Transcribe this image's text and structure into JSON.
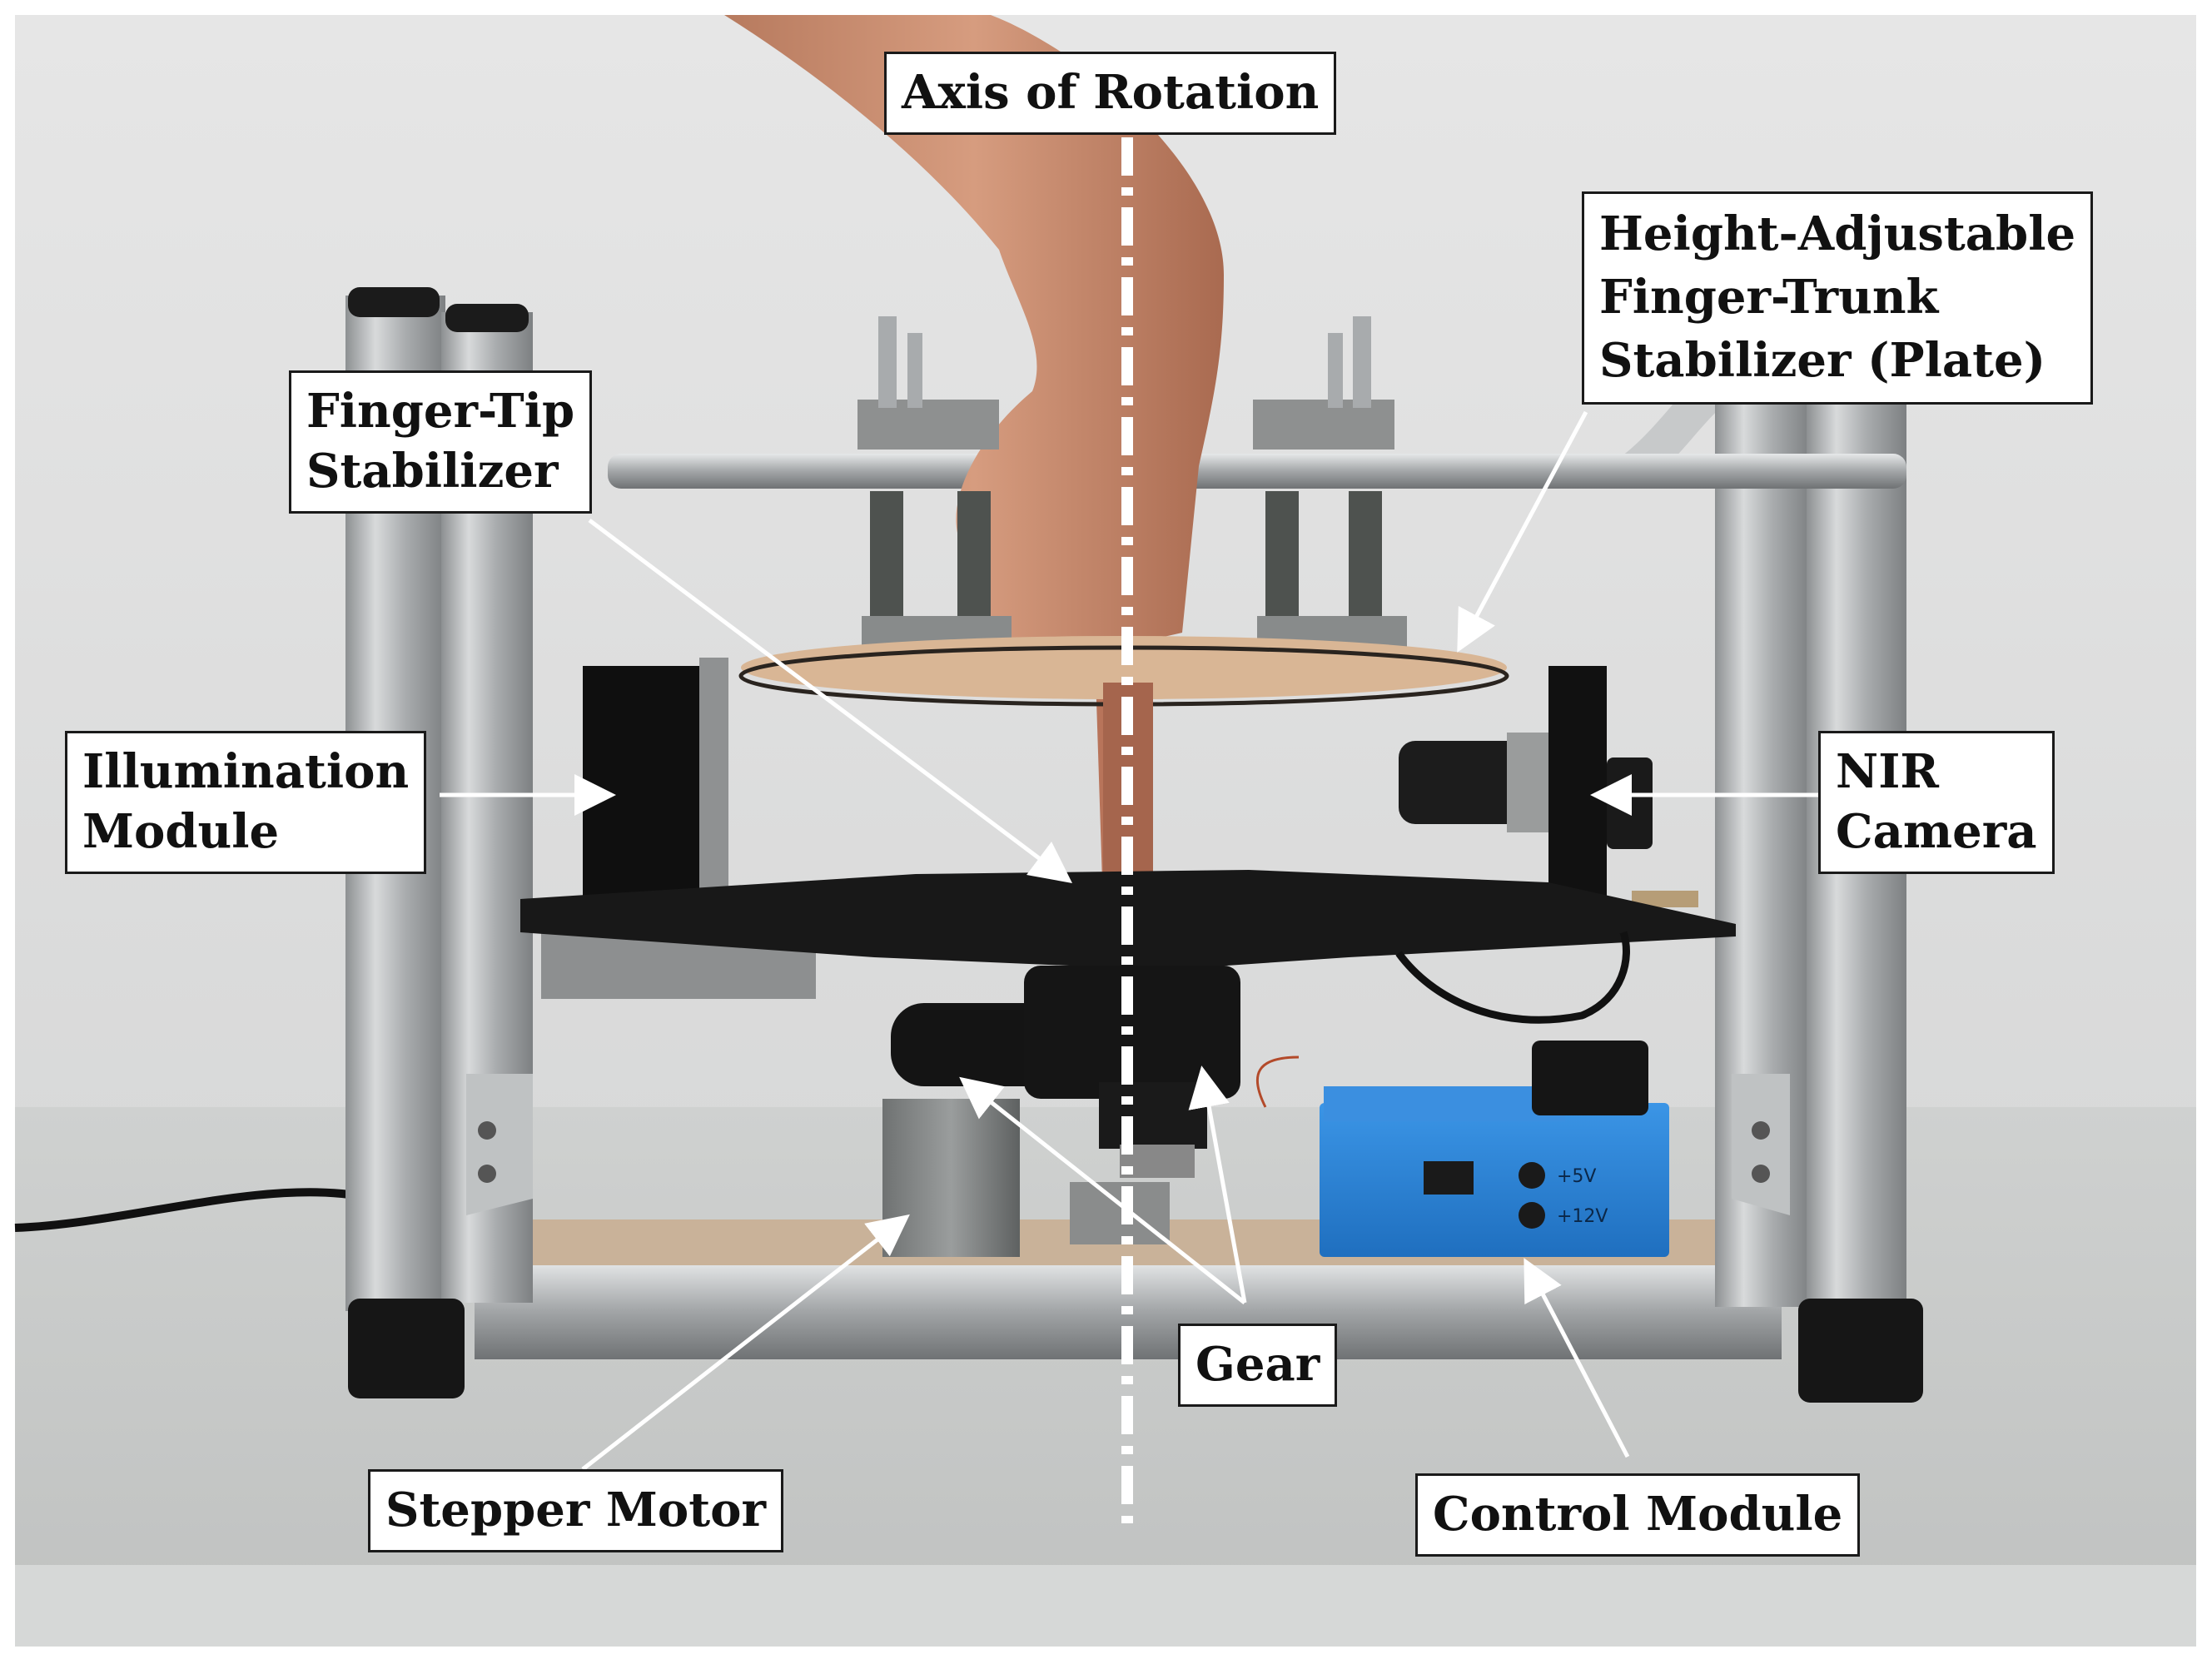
{
  "colors": {
    "wall": "#dcdddd",
    "floor": "#c9cbca",
    "frame_aluminum": "#b7babb",
    "black_parts": "#141414",
    "wooden_plate": "#d9b695",
    "control_module_blue": "#2a7fd4",
    "skin": "#c98c6f",
    "annotation": "#ffffff"
  },
  "labels": {
    "axis": "Axis of Rotation",
    "plate_line1": "Height-Adjustable",
    "plate_line2": "Finger-Trunk",
    "plate_line3": "Stabilizer (Plate)",
    "fingertip_line1": "Finger-Tip",
    "fingertip_line2": "Stabilizer",
    "illum_line1": "Illumination",
    "illum_line2": "Module",
    "nir_line1": "NIR",
    "nir_line2": "Camera",
    "gear": "Gear",
    "stepper": "Stepper Motor",
    "control": "Control Module"
  },
  "device_text": {
    "plus5v": "+5V",
    "plus12v": "+12V"
  }
}
